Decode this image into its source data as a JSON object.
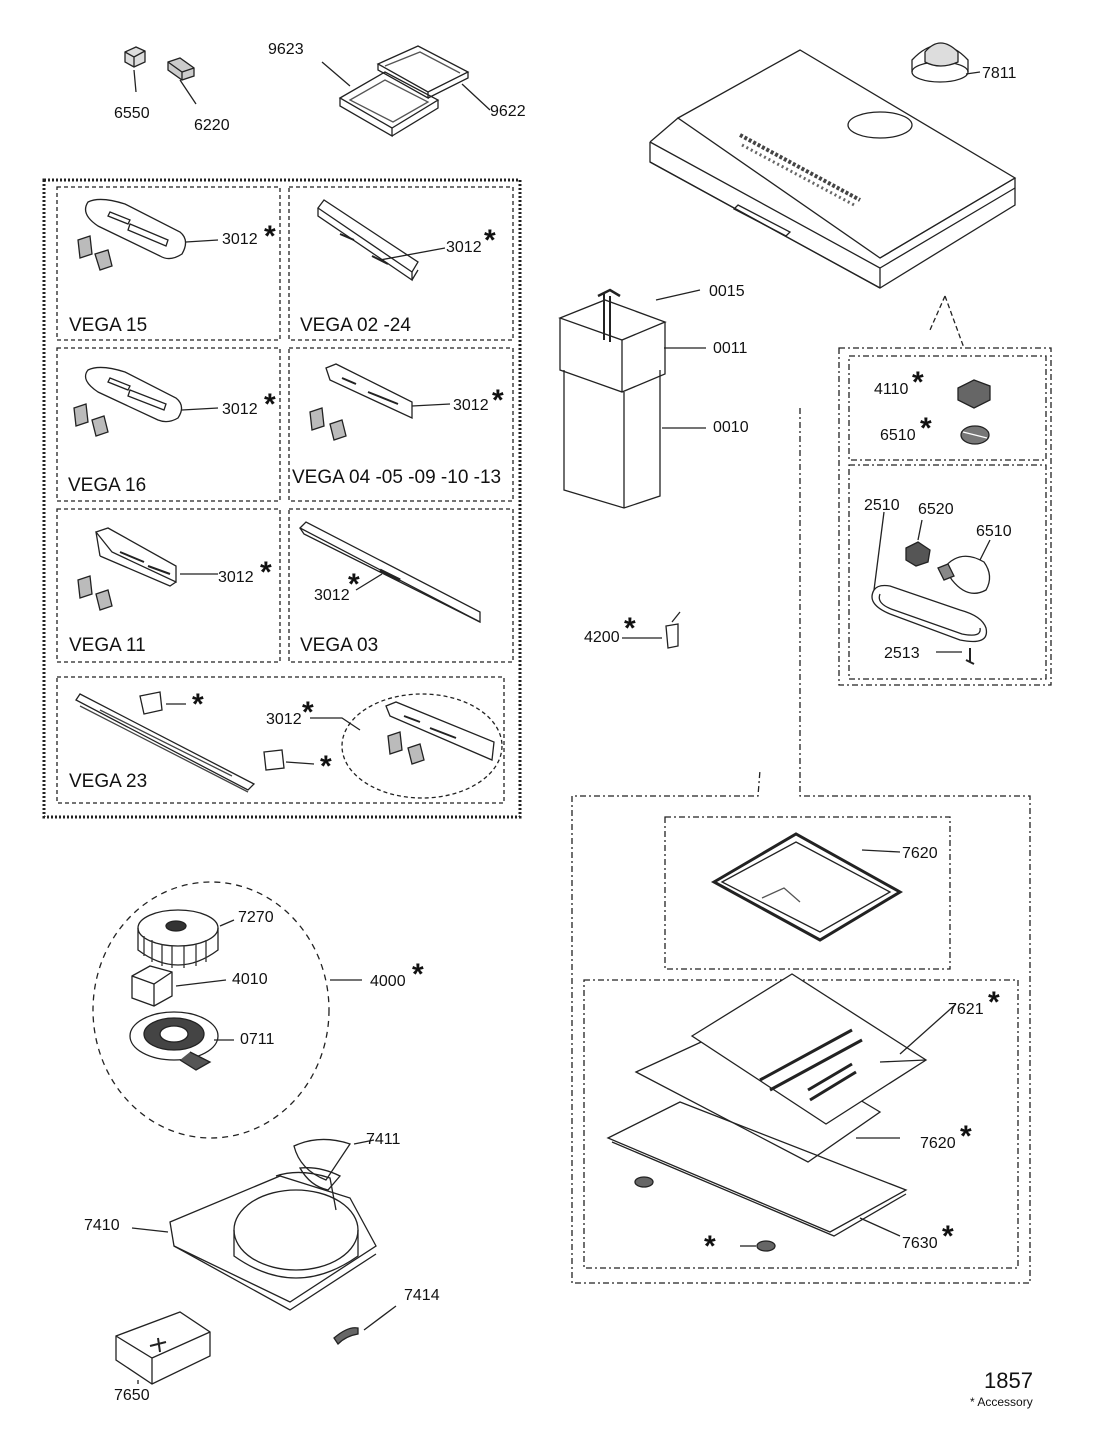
{
  "figure_number": "1857",
  "footnote": "* Accessory",
  "asterisk": "*",
  "models": {
    "vega15": "VEGA 15",
    "vega0224": "VEGA 02 -24",
    "vega16": "VEGA 16",
    "vega040509": "VEGA 04 -05 -09 -10 -13",
    "vega11": "VEGA 11",
    "vega03": "VEGA 03",
    "vega23": "VEGA 23"
  },
  "parts": {
    "p6550": "6550",
    "p6220": "6220",
    "p9623": "9623",
    "p9622": "9622",
    "p7811": "7811",
    "p3012": "3012",
    "p0015": "0015",
    "p0011": "0011",
    "p0010": "0010",
    "p4110": "4110",
    "p6510": "6510",
    "p2510": "2510",
    "p6520": "6520",
    "p2513": "2513",
    "p4200": "4200",
    "p7620": "7620",
    "p7621": "7621",
    "p7630": "7630",
    "p7270": "7270",
    "p4010": "4010",
    "p4000": "4000",
    "p0711": "0711",
    "p7411": "7411",
    "p7410": "7410",
    "p7414": "7414",
    "p7650": "7650"
  }
}
